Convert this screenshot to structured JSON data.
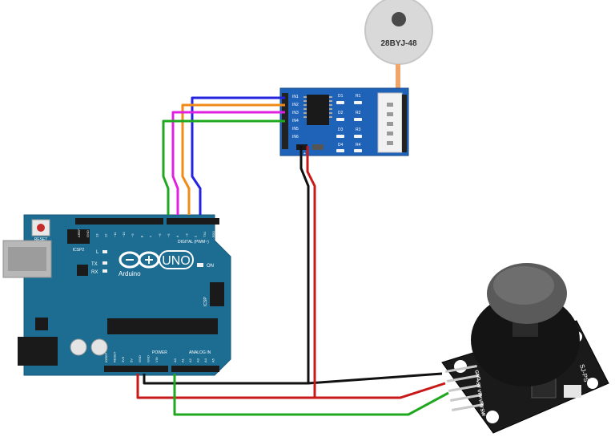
{
  "motor": {
    "label": "28BYJ-48"
  },
  "driver": {
    "inputs": [
      "IN1",
      "IN2",
      "IN3",
      "IN4",
      "IN5",
      "IN6"
    ],
    "leds": [
      "D1",
      "D2",
      "D3",
      "D4"
    ],
    "resistors": [
      "R1",
      "R2",
      "R3",
      "R4"
    ],
    "power_label": "-  +"
  },
  "arduino": {
    "reset_label": "RESET",
    "icsp2_label": "ICSP2",
    "uno_label": "UNO",
    "brand_label": "Arduino",
    "on_label": "ON",
    "icsp_label": "ICSP",
    "digital_label": "DIGITAL (PWM~)",
    "power_label": "POWER",
    "analog_label": "ANALOG IN",
    "led_labels": [
      "L",
      "TX",
      "RX"
    ],
    "digital_pins": [
      "AREF",
      "GND",
      "13",
      "12",
      "~11",
      "~10",
      "~9",
      "8",
      "7",
      "~6",
      "~5",
      "4",
      "~3",
      "2",
      "TX1",
      "RX0"
    ],
    "power_pins": [
      "IOREF",
      "RESET",
      "3V3",
      "5V",
      "GND",
      "GND",
      "VIN"
    ],
    "analog_pins": [
      "A0",
      "A1",
      "A2",
      "A3",
      "A4",
      "A5"
    ]
  },
  "joystick": {
    "pins": [
      "GND",
      "+5V",
      "VRx",
      "VRy",
      "SW"
    ],
    "brand": "SJ-PS"
  },
  "colors": {
    "board_blue": "#1d6d93",
    "driver_blue": "#1f63b8",
    "wire_blue": "#2323e0",
    "wire_orange": "#f08a18",
    "wire_magenta": "#e020e0",
    "wire_green": "#1fa81f",
    "wire_black": "#111111",
    "wire_red": "#c81818"
  }
}
